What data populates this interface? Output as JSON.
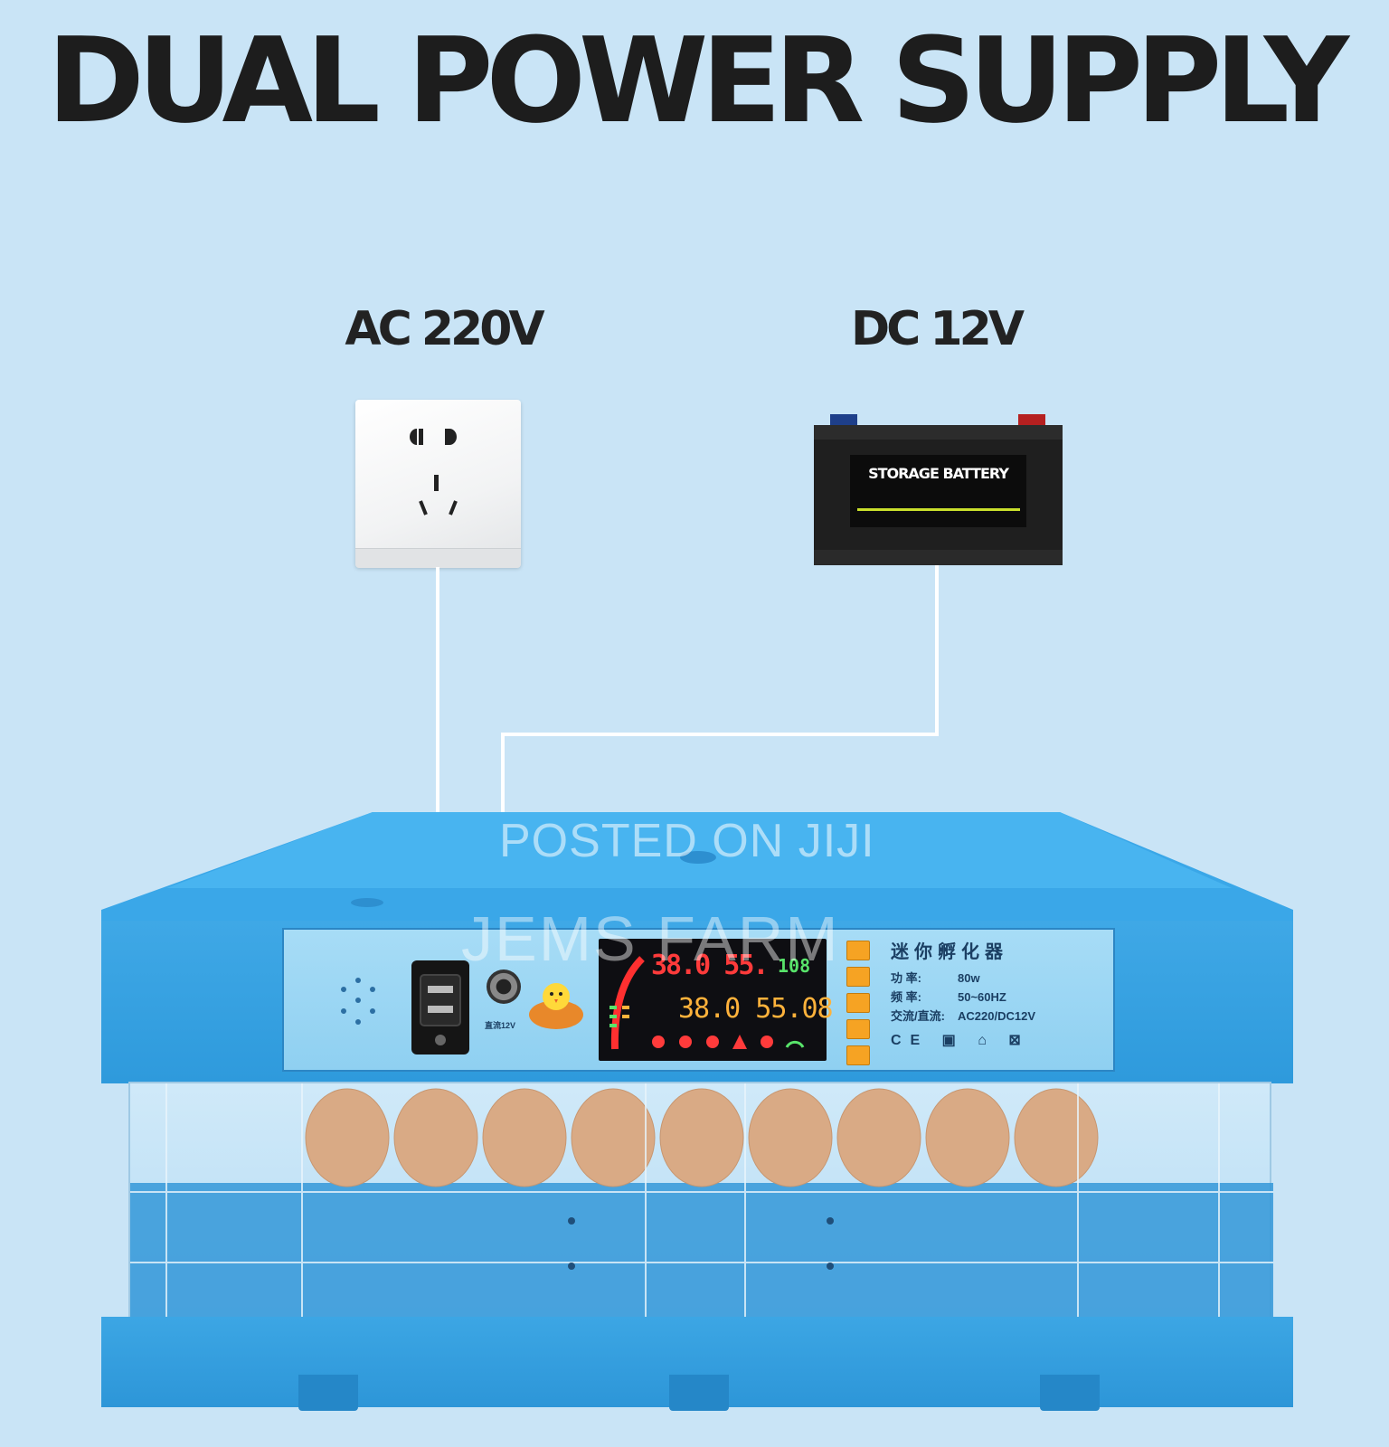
{
  "headline": "DUAL POWER SUPPLY",
  "power": {
    "ac_label": "AC 220V",
    "dc_label": "DC 12V",
    "battery_label": "STORAGE BATTERY"
  },
  "panel": {
    "title": "迷你孵化器",
    "rows": [
      {
        "key": "功    率:",
        "value": "80w"
      },
      {
        "key": "频    率:",
        "value": "50~60HZ"
      },
      {
        "key": "交流/直流:",
        "value": "AC220/DC12V"
      }
    ],
    "certs": "CE ▣ ⌂ ⊠",
    "display_top": "38.0 55.",
    "display_main": "38.0 55.08",
    "display_days": "108",
    "dc_jack_label": "直流12V"
  },
  "watermarks": {
    "posted": "POSTED ON JIJI",
    "shop": "JEMS FARM"
  },
  "colors": {
    "background": "#c9e4f6",
    "incubator_blue": "#2e9adc",
    "headline": "#1d1d1d"
  }
}
